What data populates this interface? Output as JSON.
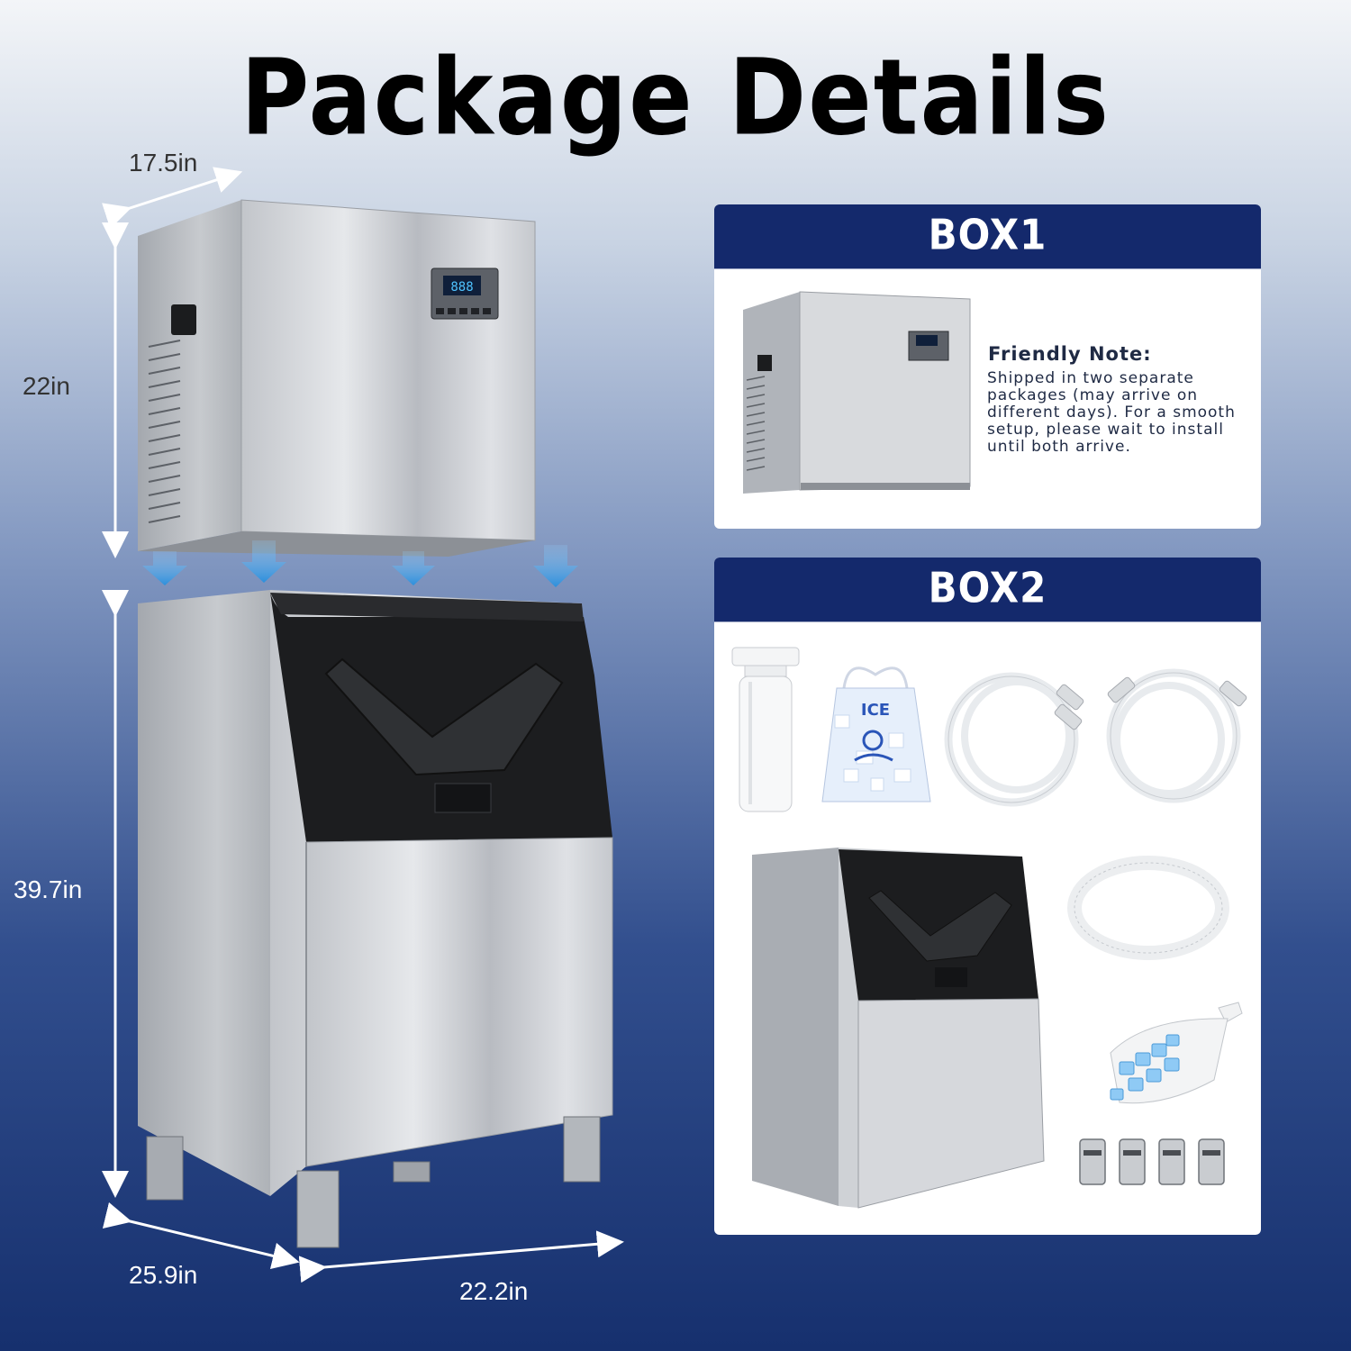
{
  "title": "Package Details",
  "dimensions": {
    "width_top": "17.5in",
    "height_top": "22in",
    "height_bin": "39.7in",
    "depth_bin": "25.9in",
    "width_bin": "22.2in"
  },
  "display_readout": "888",
  "box1": {
    "header": "BOX1",
    "note_title": "Friendly Note:",
    "note_body": "Shipped in two separate packages (may arrive on different days). For a smooth setup, please wait to install until both arrive."
  },
  "box2": {
    "header": "BOX2",
    "ice_bag_label": "ICE",
    "items": [
      "water-filter",
      "ice-bag",
      "inlet-hose",
      "inlet-hose",
      "ice-bin",
      "drain-hose",
      "ice-scoop",
      "leveling-feet"
    ]
  },
  "colors": {
    "navy": "#14296c",
    "arrow_blue": "#3ea3e8",
    "steel": "#cfd2d6",
    "black_door": "#1c1d1f"
  }
}
